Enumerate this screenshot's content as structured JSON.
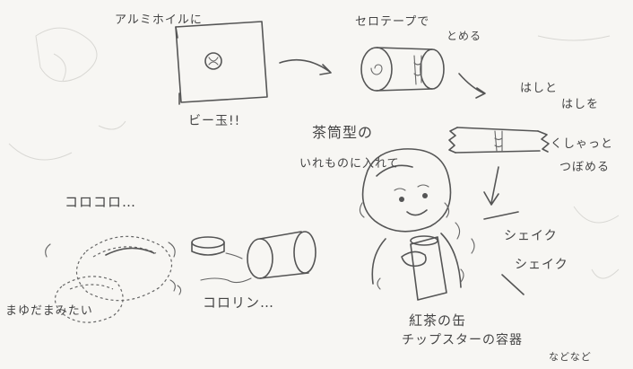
{
  "labels": {
    "foil_instruction": "アルミホイルに",
    "marble": "ビー玉!!",
    "tape": "セロテープで",
    "tape_stop": "とめる",
    "ends_line1": "はしと",
    "ends_line2": "はしを",
    "crumple_line1": "くしゃっと",
    "crumple_line2": "つぼめる",
    "container_line1": "茶筒型の",
    "container_line2": "いれものに入れて",
    "shake1": "シェイク",
    "shake2": "シェイク",
    "korokoro": "コロコロ…",
    "rolling": "コロリン…",
    "mayudama": "まゆだまみたい",
    "tea_can": "紅茶の缶",
    "chips_container": "チップスターの容器",
    "etc": "などなど"
  }
}
